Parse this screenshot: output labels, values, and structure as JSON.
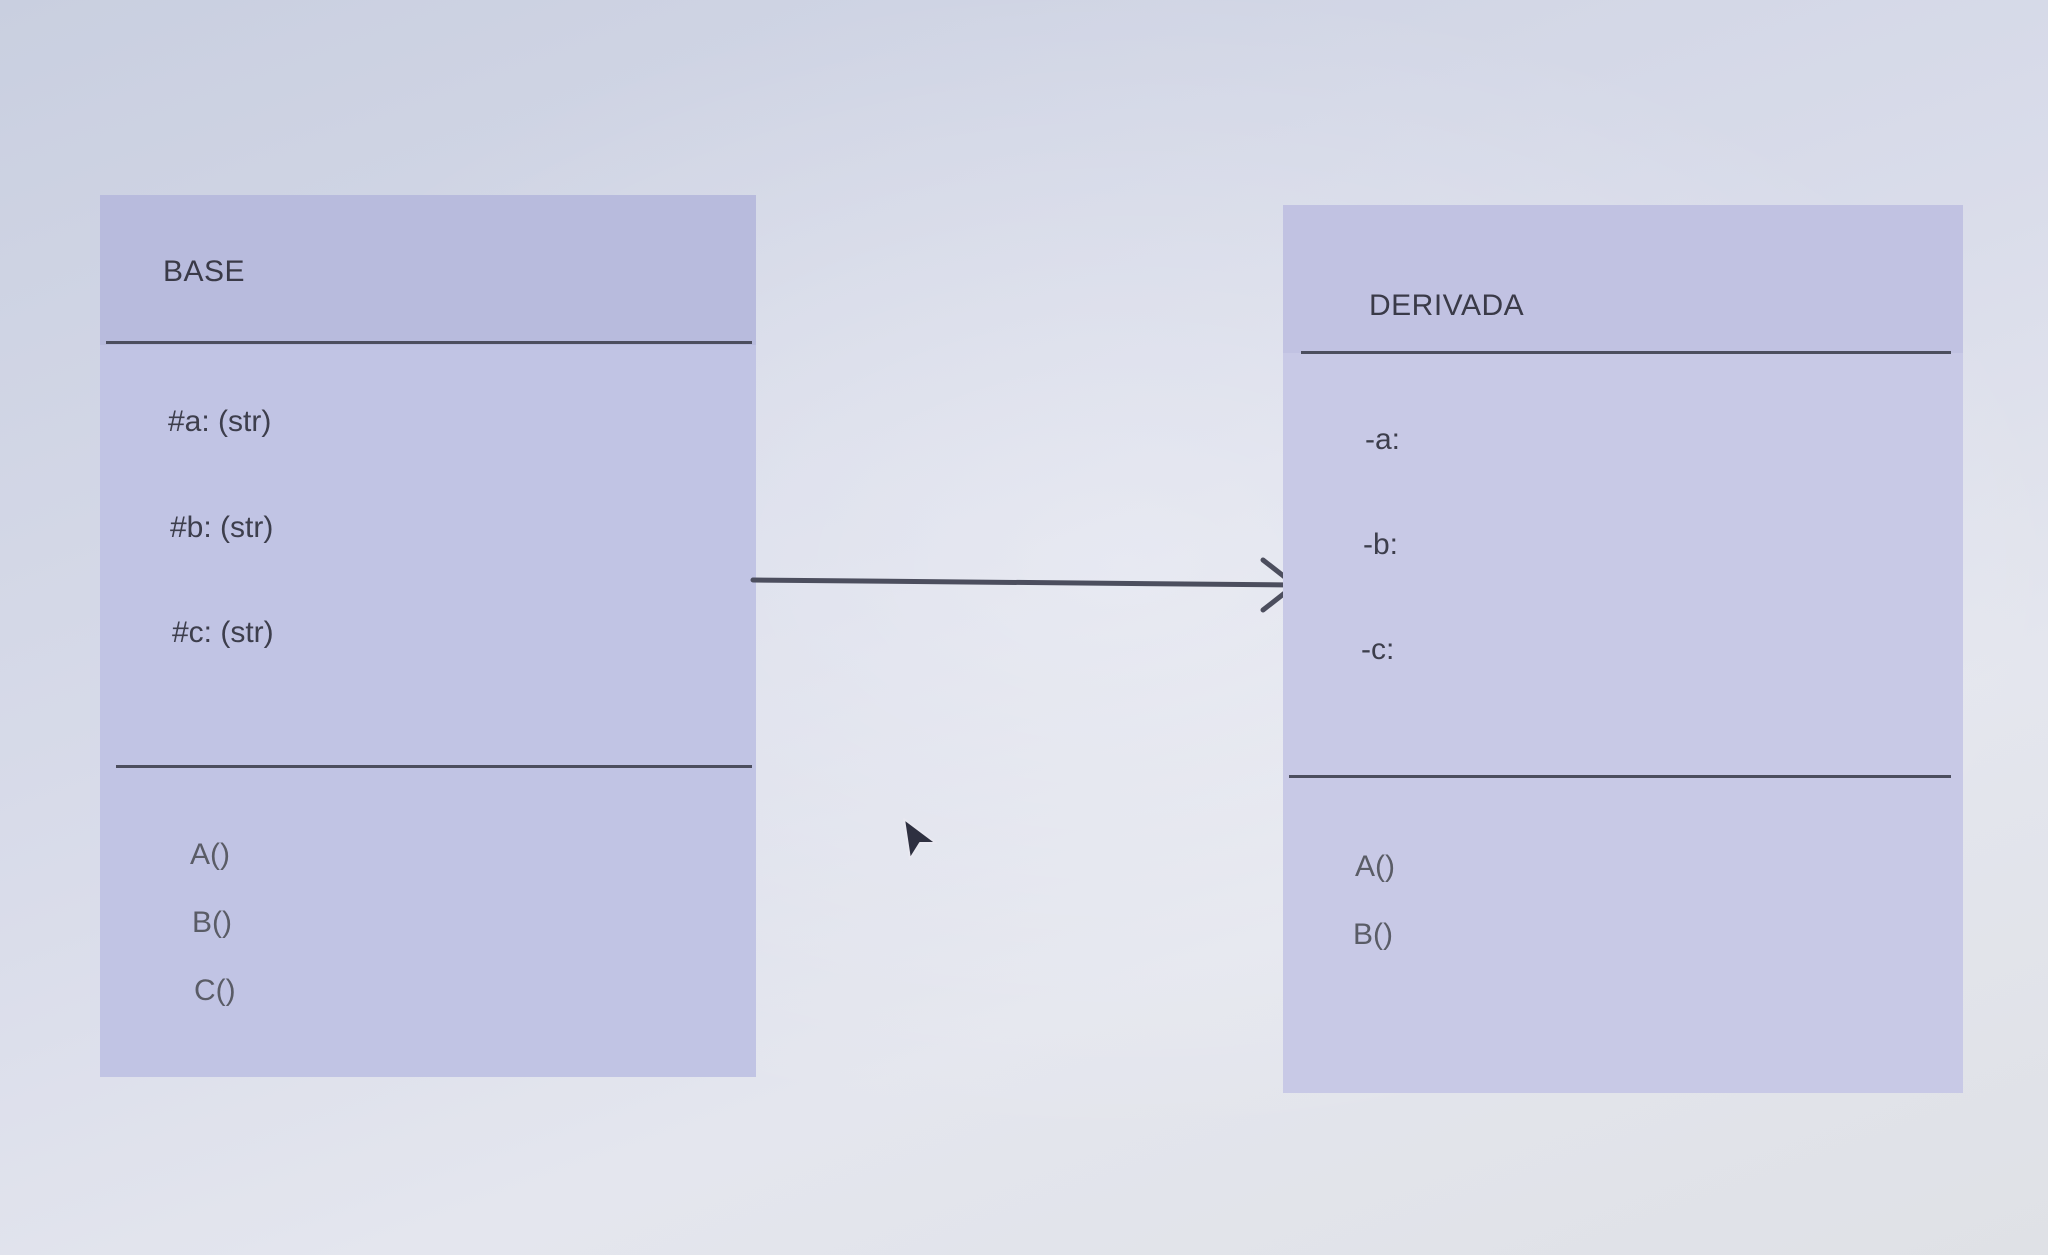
{
  "base_class": {
    "name": "BASE",
    "attributes": [
      "#a: (str)",
      "#b: (str)",
      "#c: (str)"
    ],
    "methods": [
      "A()",
      "B()",
      "C()"
    ]
  },
  "derived_class": {
    "name": "DERIVADA",
    "attributes": [
      "-a:",
      "-b:",
      "-c:"
    ],
    "methods": [
      "A()",
      "B()"
    ]
  },
  "relationship": {
    "type": "arrow",
    "from": "BASE",
    "to": "DERIVADA"
  },
  "colors": {
    "class_fill": "#c1c4e4",
    "line": "#4c4e5e"
  }
}
